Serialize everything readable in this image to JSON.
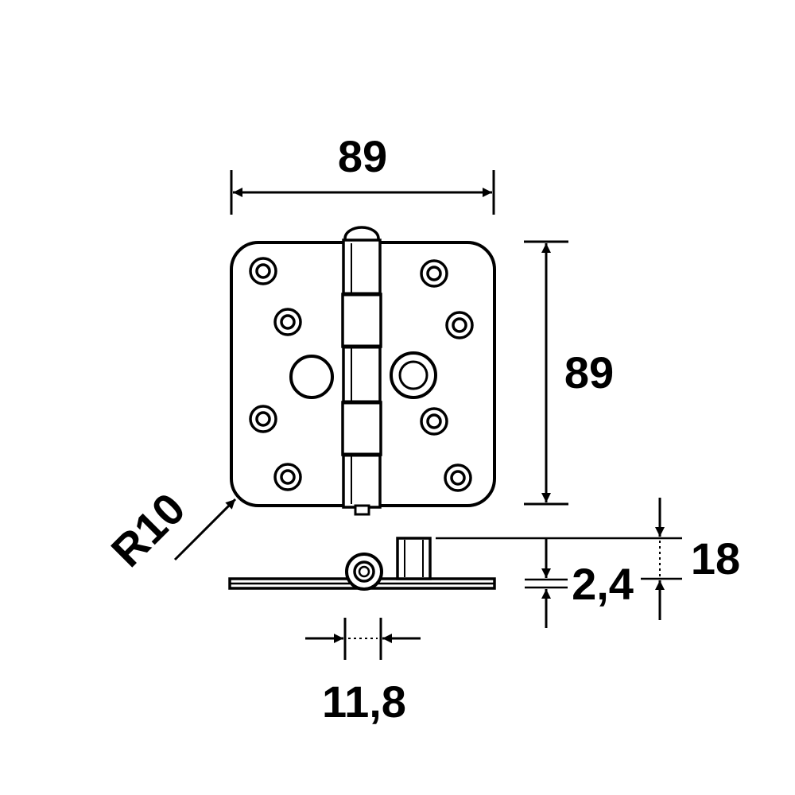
{
  "dimensions": {
    "width": "89",
    "height": "89",
    "corner_radius": "R10",
    "knuckle_diameter": "11,8",
    "thickness": "2,4",
    "pin_height": "18"
  },
  "colors": {
    "line": "#000000",
    "background": "#ffffff"
  }
}
